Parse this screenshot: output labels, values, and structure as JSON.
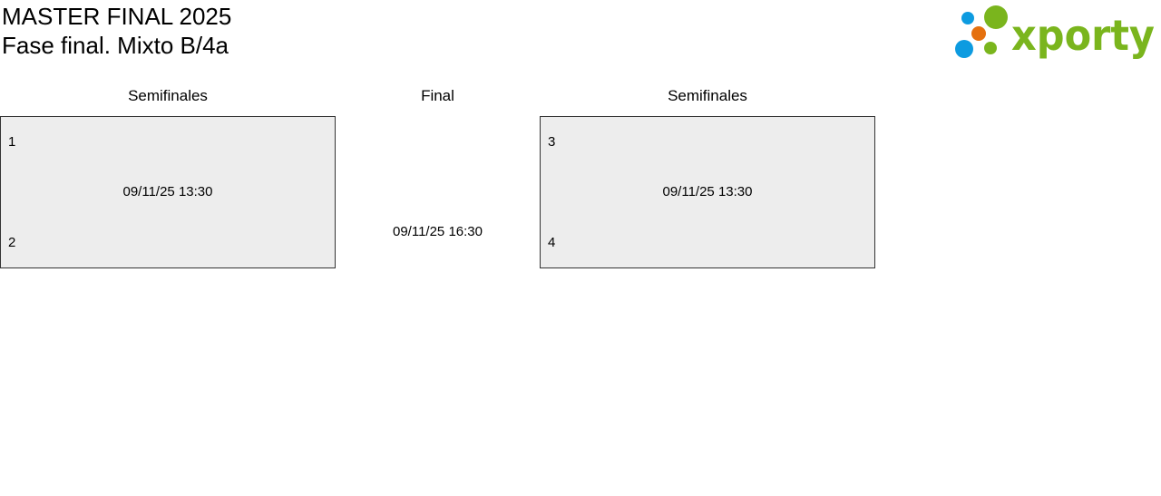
{
  "header": {
    "title": "MASTER FINAL 2025",
    "subtitle": "Fase final. Mixto B/4a",
    "logo_text": "xporty"
  },
  "colors": {
    "logo_green": "#7ab51d",
    "logo_blue": "#0d9be0",
    "logo_orange": "#e5700e",
    "box_bg": "#ededed"
  },
  "columns": [
    {
      "label": "Semifinales"
    },
    {
      "label": "Final"
    },
    {
      "label": "Semifinales"
    }
  ],
  "matches": [
    {
      "seed_top": "1",
      "seed_bottom": "2",
      "datetime": "09/11/25 13:30"
    },
    {
      "datetime": "09/11/25 16:30"
    },
    {
      "seed_top": "3",
      "seed_bottom": "4",
      "datetime": "09/11/25 13:30"
    }
  ]
}
